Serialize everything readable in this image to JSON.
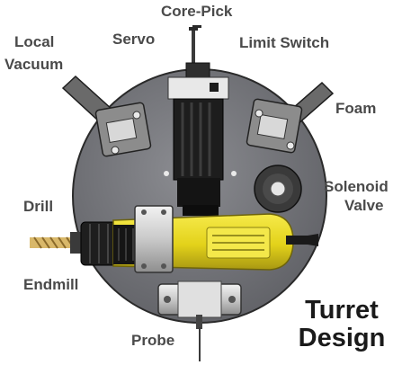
{
  "labels": {
    "core_pick": "Core-Pick",
    "servo": "Servo",
    "limit_switch": "Limit Switch",
    "local_vacuum_line1": "Local",
    "local_vacuum_line2": "Vacuum",
    "foam": "Foam",
    "solenoid_valve_line1": "Solenoid",
    "solenoid_valve_line2": "Valve",
    "drill": "Drill",
    "endmill": "Endmill",
    "probe": "Probe"
  },
  "title": {
    "line1": "Turret",
    "line2": "Design"
  },
  "colors": {
    "plate": "#75767b",
    "drill_body": "#e3d21a",
    "motor": "#1c1c1c",
    "label_text": "#4a4a4a"
  }
}
